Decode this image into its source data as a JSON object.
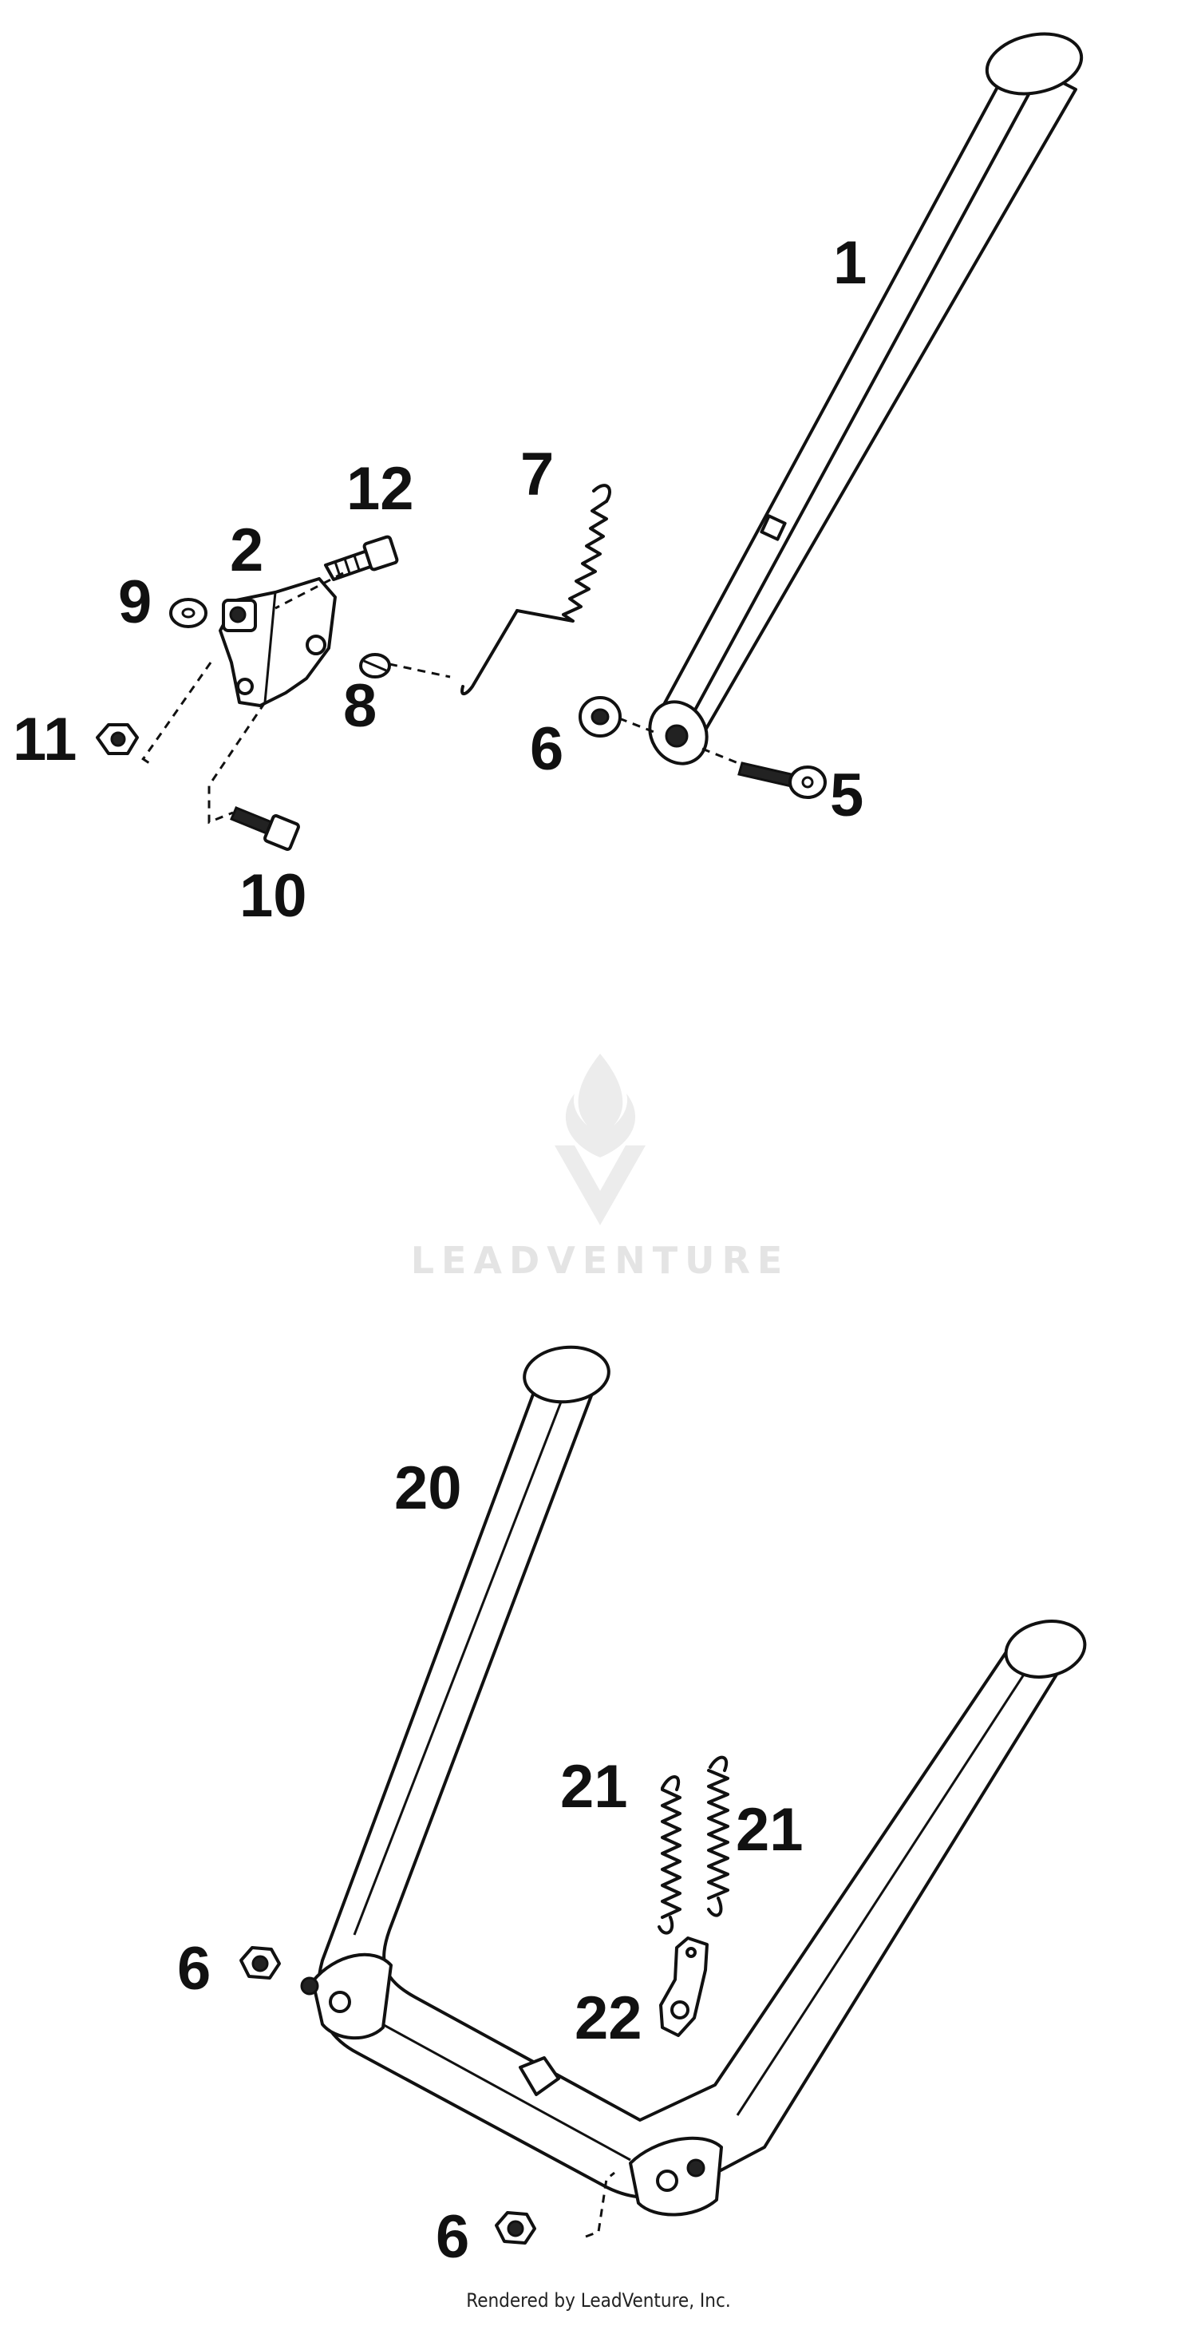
{
  "watermark": {
    "text": "LEADVENTURE"
  },
  "footer": {
    "text": "Rendered by LeadVenture, Inc."
  },
  "callouts": {
    "c1": "1",
    "c2": "2",
    "c5": "5",
    "c6a": "6",
    "c7": "7",
    "c8": "8",
    "c9": "9",
    "c10": "10",
    "c11": "11",
    "c12": "12",
    "c20": "20",
    "c21a": "21",
    "c21b": "21",
    "c22": "22",
    "c6b": "6",
    "c6c": "6"
  },
  "colors": {
    "ink": "#111111",
    "watermark": "#e4e4e4"
  }
}
